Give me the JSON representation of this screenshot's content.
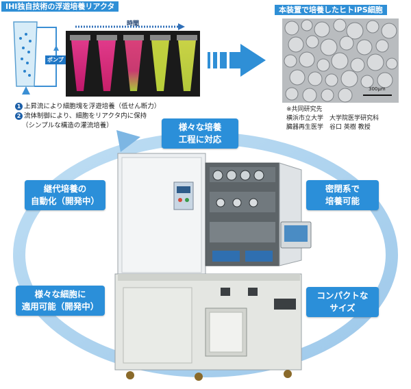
{
  "header": {
    "reactor_title": "IHI独自技術の浮遊培養リアクタ",
    "cells_title": "本装置で培養したヒトiPS細胞"
  },
  "reactor": {
    "time_label": "時間",
    "pump_label": "ポンプ",
    "scale_label": "300μm"
  },
  "notes": [
    {
      "number": "1",
      "text": "上昇流により細胞塊を浮遊培養（低せん断力）"
    },
    {
      "number": "2",
      "text": "流体制御により、細胞をリアクタ内に保持"
    },
    {
      "number": "",
      "text": "（シンプルな構造の灌流培養）"
    }
  ],
  "credits": [
    "※共同研究先",
    "横浜市立大学　大学院医学研究科",
    "臓器再生医学　谷口 英樹 教授"
  ],
  "features": [
    {
      "line1": "様々な培養",
      "line2": "工程に対応"
    },
    {
      "line1": "継代培養の",
      "line2": "自動化（開発中）"
    },
    {
      "line1": "密閉系で",
      "line2": "培養可能"
    },
    {
      "line1": "様々な細胞に",
      "line2": "適用可能（開発中）"
    },
    {
      "line1": "コンパクトな",
      "line2": "サイズ"
    }
  ],
  "colors": {
    "accent_blue": "#2b8fd9",
    "ring_blue": "#8fc3ea",
    "magenta_medium": "#d2247a",
    "green_medium": "#b8cf3a"
  }
}
